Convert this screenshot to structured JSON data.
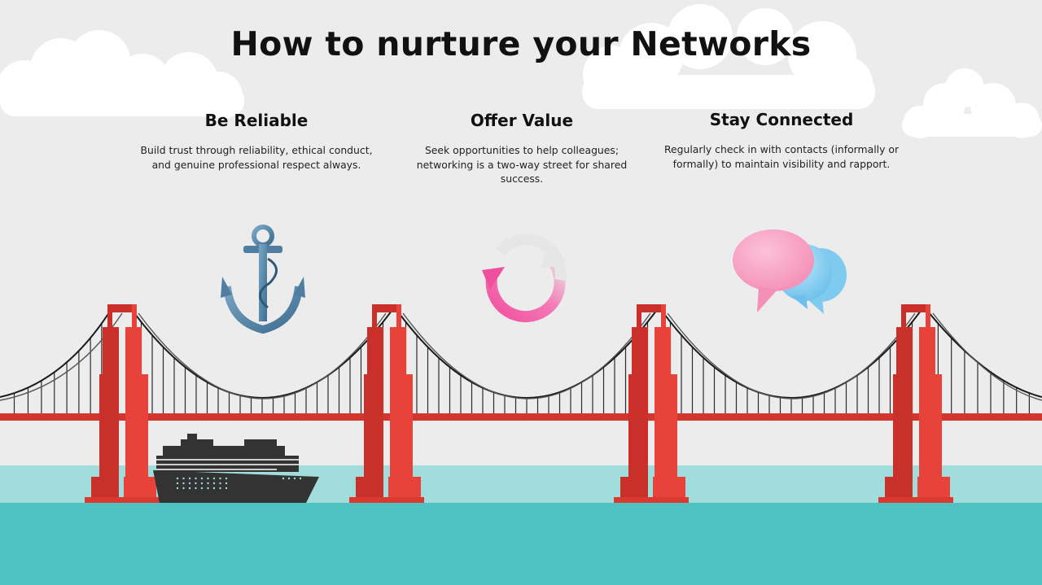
{
  "slide": {
    "title": "How to nurture your Networks",
    "columns": [
      {
        "heading": "Be Reliable",
        "body": "Build trust through reliability, ethical conduct, and genuine professional respect always.",
        "icon": "anchor-icon"
      },
      {
        "heading": "Offer Value",
        "body": "Seek opportunities to help colleagues; networking is a two-way street for shared success.",
        "icon": "refresh-cycle-icon"
      },
      {
        "heading": "Stay Connected",
        "body": "Regularly check in with contacts (informally or formally) to maintain visibility and rapport.",
        "icon": "chat-bubbles-icon"
      }
    ]
  },
  "colors": {
    "background": "#ececec",
    "bridge_red": "#e8433a",
    "water_light": "#a1dddd",
    "water_dark": "#4fc2c2",
    "ship": "#333333",
    "anchor": "#4f7ea0",
    "cycle_pink": "#f25aa5",
    "bubble_pink": "#f7a0c2",
    "bubble_blue": "#7fcbef"
  }
}
